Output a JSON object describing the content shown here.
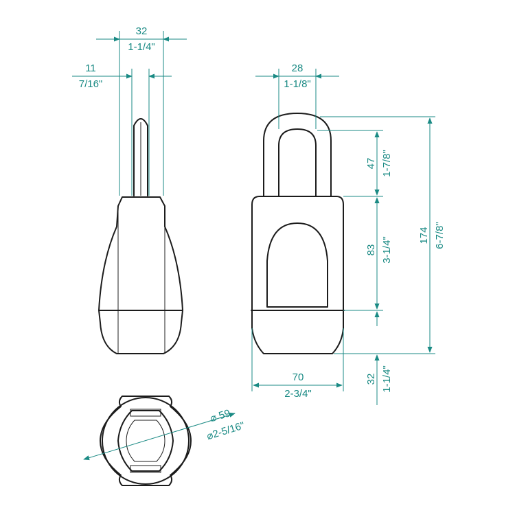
{
  "colors": {
    "dimension": "#1a8a84",
    "outline": "#1c1c1c",
    "background": "#ffffff"
  },
  "side_view": {
    "shackle_width": {
      "metric": "32",
      "imperial": "1-1/4\""
    },
    "shackle_thickness": {
      "metric": "11",
      "imperial": "7/16\""
    }
  },
  "front_view": {
    "shackle_inner_width": {
      "metric": "28",
      "imperial": "1-1/8\""
    },
    "shackle_clearance": {
      "metric": "47",
      "imperial": "1-7/8\""
    },
    "body_upper_height": {
      "metric": "83",
      "imperial": "3-1/4\""
    },
    "body_lower_height": {
      "metric": "32",
      "imperial": "1-1/4\""
    },
    "overall_height": {
      "metric": "174",
      "imperial": "6-7/8\""
    },
    "body_width": {
      "metric": "70",
      "imperial": "2-3/4\""
    }
  },
  "bottom_view": {
    "diameter": {
      "metric": "⌀ 59",
      "imperial": "⌀2-5/16\""
    }
  }
}
